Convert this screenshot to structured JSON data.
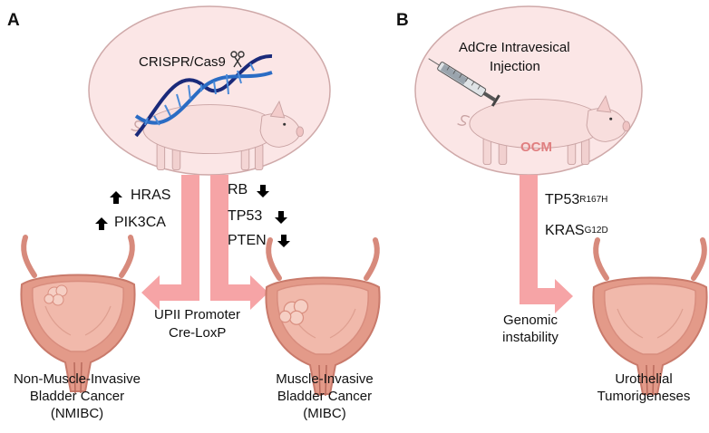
{
  "panels": {
    "a": "A",
    "b": "B"
  },
  "panel_a": {
    "crispr": "CRISPR/Cas9",
    "up_genes": [
      "HRAS",
      "PIK3CA"
    ],
    "down_genes": [
      "RB",
      "TP53",
      "PTEN"
    ],
    "promoter_line1": "UPII Promoter",
    "promoter_line2": "Cre-LoxP",
    "left_result": [
      "Non-Muscle-Invasive",
      "Bladder Cancer",
      "(NMIBC)"
    ],
    "right_result": [
      "Muscle-Invasive",
      "Bladder Cancer",
      "(MIBC)"
    ]
  },
  "panel_b": {
    "injection_line1": "AdCre Intravesical",
    "injection_line2": "Injection",
    "ocm": "OCM",
    "gene1": "TP53",
    "gene1_sup": "R167H",
    "gene2": "KRAS",
    "gene2_sup": "G12D",
    "instability_line1": "Genomic",
    "instability_line2": "instability",
    "result": [
      "Urothelial",
      "Tumorigeneses"
    ]
  },
  "colors": {
    "ellipse": "#fbe6e6",
    "arrow": "#f6a4a6",
    "bladder": "#e9a08f",
    "ocm": "#e07f80"
  }
}
